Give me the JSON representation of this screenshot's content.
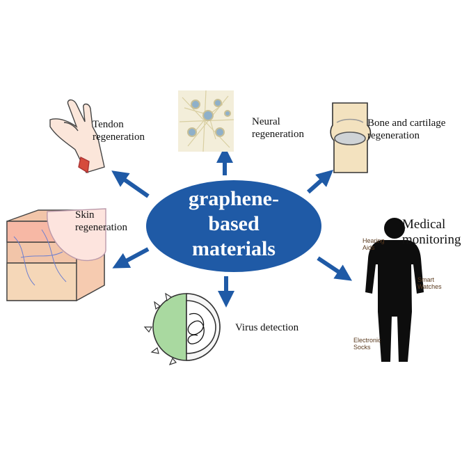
{
  "center": {
    "lines": [
      "graphene-",
      "based",
      "materials"
    ],
    "fill": "#1f5aa6",
    "text_color": "#ffffff"
  },
  "arrow_color": "#1f5aa6",
  "labels": {
    "tendon": [
      "Tendon",
      "regeneration"
    ],
    "neural": [
      "Neural",
      "regeneration"
    ],
    "bone": [
      "Bone and cartilage",
      "regeneration"
    ],
    "skin": [
      "Skin",
      "regeneration"
    ],
    "medical": [
      "Medical",
      "monitoring"
    ],
    "virus": "Virus detection"
  },
  "wearables": {
    "hearing": [
      "Hearing",
      "Aids"
    ],
    "watch": [
      "Smart",
      "Watches"
    ],
    "socks": [
      "Electronic",
      "Socks"
    ]
  }
}
